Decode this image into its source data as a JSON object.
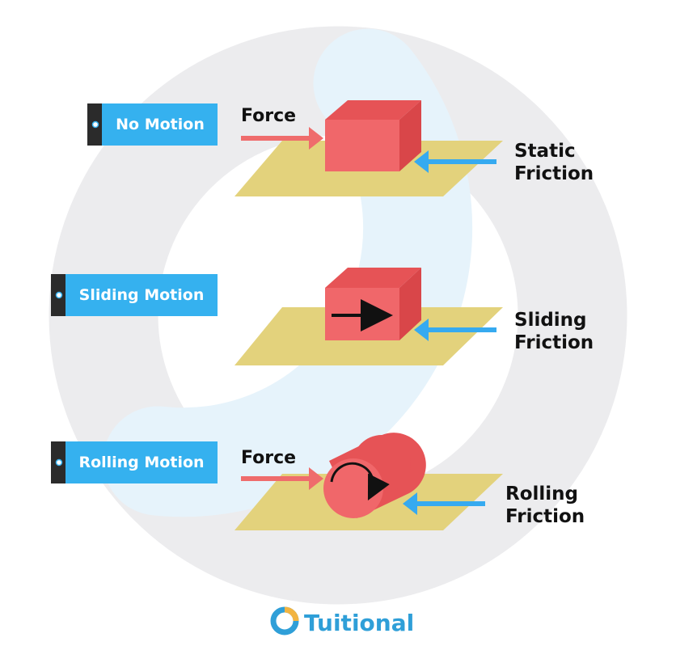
{
  "colors": {
    "ring_grey": "#ececee",
    "ring_blue": "#e6f3fb",
    "tag_blue": "#35b1ef",
    "tag_dark": "#2b2b2b",
    "block_front": "#f0676a",
    "block_top": "#e65356",
    "block_side": "#d94649",
    "surface": "#e3d27c",
    "force_arrow": "#ef6c6c",
    "friction_arrow": "#36aaf0",
    "brand_blue": "#2f9fd8"
  },
  "rows": [
    {
      "tag": "No Motion",
      "force_label": "Force",
      "friction_label_line1": "Static",
      "friction_label_line2": "Friction",
      "object": "block"
    },
    {
      "tag": "Sliding Motion",
      "force_label": "",
      "friction_label_line1": "Sliding",
      "friction_label_line2": "Friction",
      "object": "block-with-arrow"
    },
    {
      "tag": "Rolling Motion",
      "force_label": "Force",
      "friction_label_line1": "Rolling",
      "friction_label_line2": "Friction",
      "object": "cylinder"
    }
  ],
  "brand": {
    "name": "Tuitional",
    "icon": "ring-logo-icon"
  }
}
